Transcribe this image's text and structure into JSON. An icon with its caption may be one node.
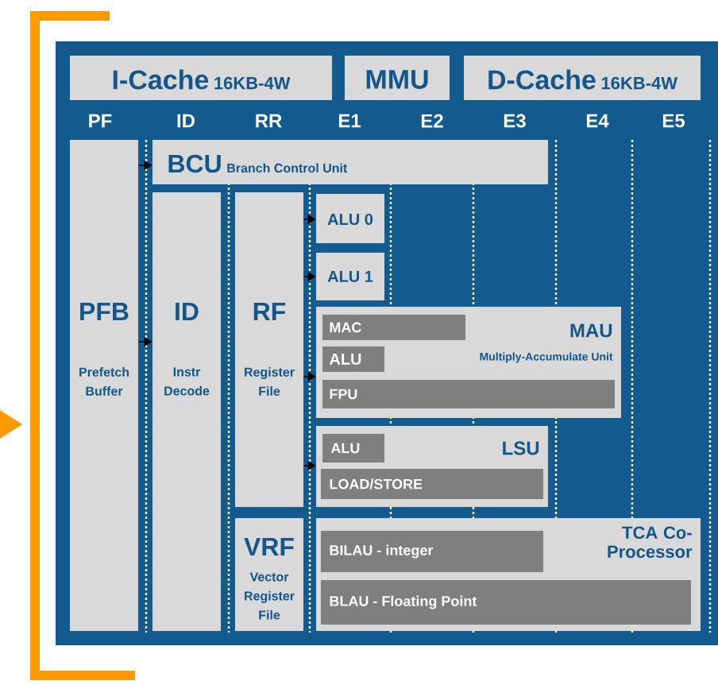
{
  "diagram": {
    "nodes": [
      {
        "text": [
          "I-Cache",
          "16KB-4W"
        ]
      },
      {
        "text": [
          "MMU"
        ]
      },
      {
        "text": [
          "D-Cache",
          "16KB-4W"
        ]
      },
      {
        "text": [
          "PFB",
          "Prefetch Buffer"
        ]
      },
      {
        "text": [
          "BCU",
          "Branch Control Unit"
        ]
      },
      {
        "text": [
          "ID",
          "Instr Decode"
        ]
      },
      {
        "text": [
          "RF",
          "Register File"
        ]
      },
      {
        "text": [
          "VRF",
          "Vector Register File"
        ]
      },
      {
        "text": [
          "ALU 0"
        ]
      },
      {
        "text": [
          "ALU 1"
        ]
      },
      {
        "text": [
          "MAU",
          "Multiply-Accumulate Unit"
        ]
      },
      {
        "text": [
          "MAC"
        ],
        "in": 10
      },
      {
        "text": [
          "ALU"
        ],
        "in": 10
      },
      {
        "text": [
          "FPU"
        ],
        "in": 10
      },
      {
        "text": [
          "LSU"
        ]
      },
      {
        "text": [
          "ALU"
        ],
        "in": 14
      },
      {
        "text": [
          "LOAD/STORE"
        ],
        "in": 14
      },
      {
        "text": [
          "TCA Co-Processor"
        ]
      },
      {
        "text": [
          "BILAU - integer"
        ],
        "in": 17
      },
      {
        "text": [
          "BLAU - Floating Point"
        ],
        "in": 17
      }
    ],
    "edges": [
      {
        "from": 3,
        "to": 4,
        "arrow": "to"
      },
      {
        "from": 3,
        "to": 5,
        "arrow": "to"
      },
      {
        "from": 6,
        "to": 8,
        "arrow": "to"
      },
      {
        "from": 6,
        "to": 9,
        "arrow": "to"
      },
      {
        "from": 6,
        "to": 10,
        "arrow": "to"
      },
      {
        "from": 6,
        "to": 14,
        "arrow": "to"
      }
    ],
    "labels": [
      "PF",
      "ID",
      "RR",
      "E1",
      "E2",
      "E3",
      "E4",
      "E5"
    ]
  }
}
